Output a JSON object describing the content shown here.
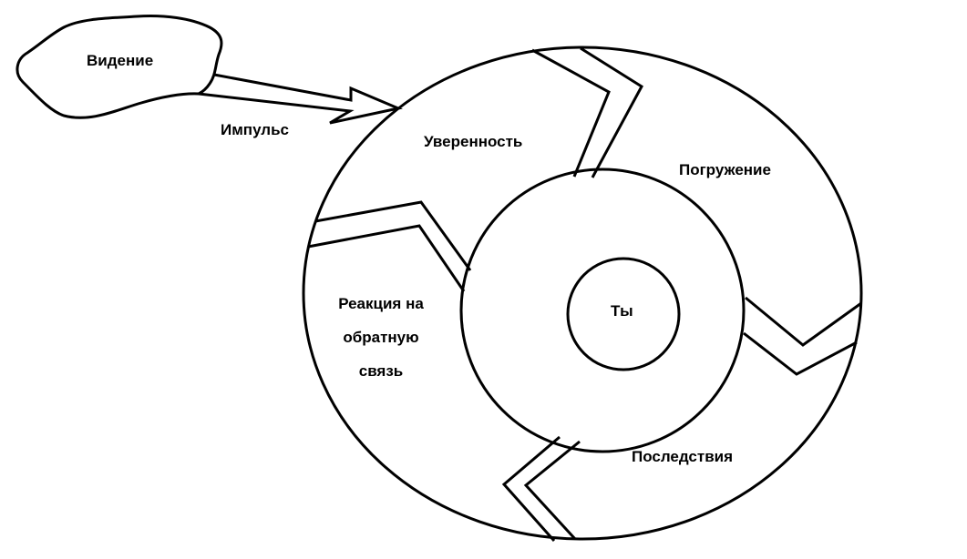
{
  "labels": {
    "vision": "Видение",
    "impulse": "Импульс",
    "confidence": "Уверенность",
    "immersion": "Погружение",
    "you": "Ты",
    "consequences": "Последствия",
    "feedback_line1": "Реакция на",
    "feedback_line2": "обратную",
    "feedback_line3": "связь"
  }
}
